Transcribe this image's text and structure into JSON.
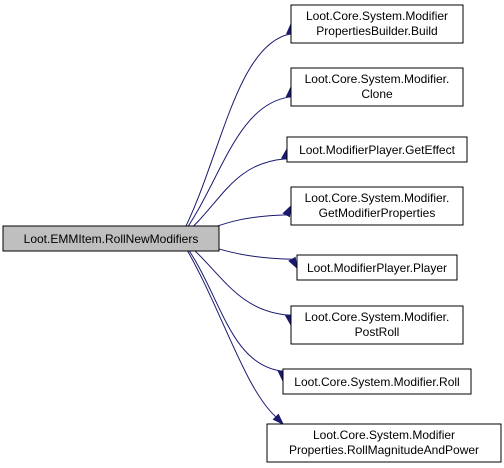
{
  "diagram": {
    "root": {
      "lines": [
        "Loot.EMMItem.RollNewModifiers"
      ]
    },
    "callees": [
      {
        "lines": [
          "Loot.Core.System.Modifier",
          "PropertiesBuilder.Build"
        ]
      },
      {
        "lines": [
          "Loot.Core.System.Modifier.",
          "Clone"
        ]
      },
      {
        "lines": [
          "Loot.ModifierPlayer.GetEffect"
        ]
      },
      {
        "lines": [
          "Loot.Core.System.Modifier.",
          "GetModifierProperties"
        ]
      },
      {
        "lines": [
          "Loot.ModifierPlayer.Player"
        ]
      },
      {
        "lines": [
          "Loot.Core.System.Modifier.",
          "PostRoll"
        ]
      },
      {
        "lines": [
          "Loot.Core.System.Modifier.Roll"
        ]
      },
      {
        "lines": [
          "Loot.Core.System.Modifier",
          "Properties.RollMagnitudeAndPower"
        ]
      }
    ],
    "colors": {
      "edge": "#191970",
      "root_fill": "#bfbfbf",
      "node_fill": "#ffffff",
      "border": "#000000"
    }
  }
}
